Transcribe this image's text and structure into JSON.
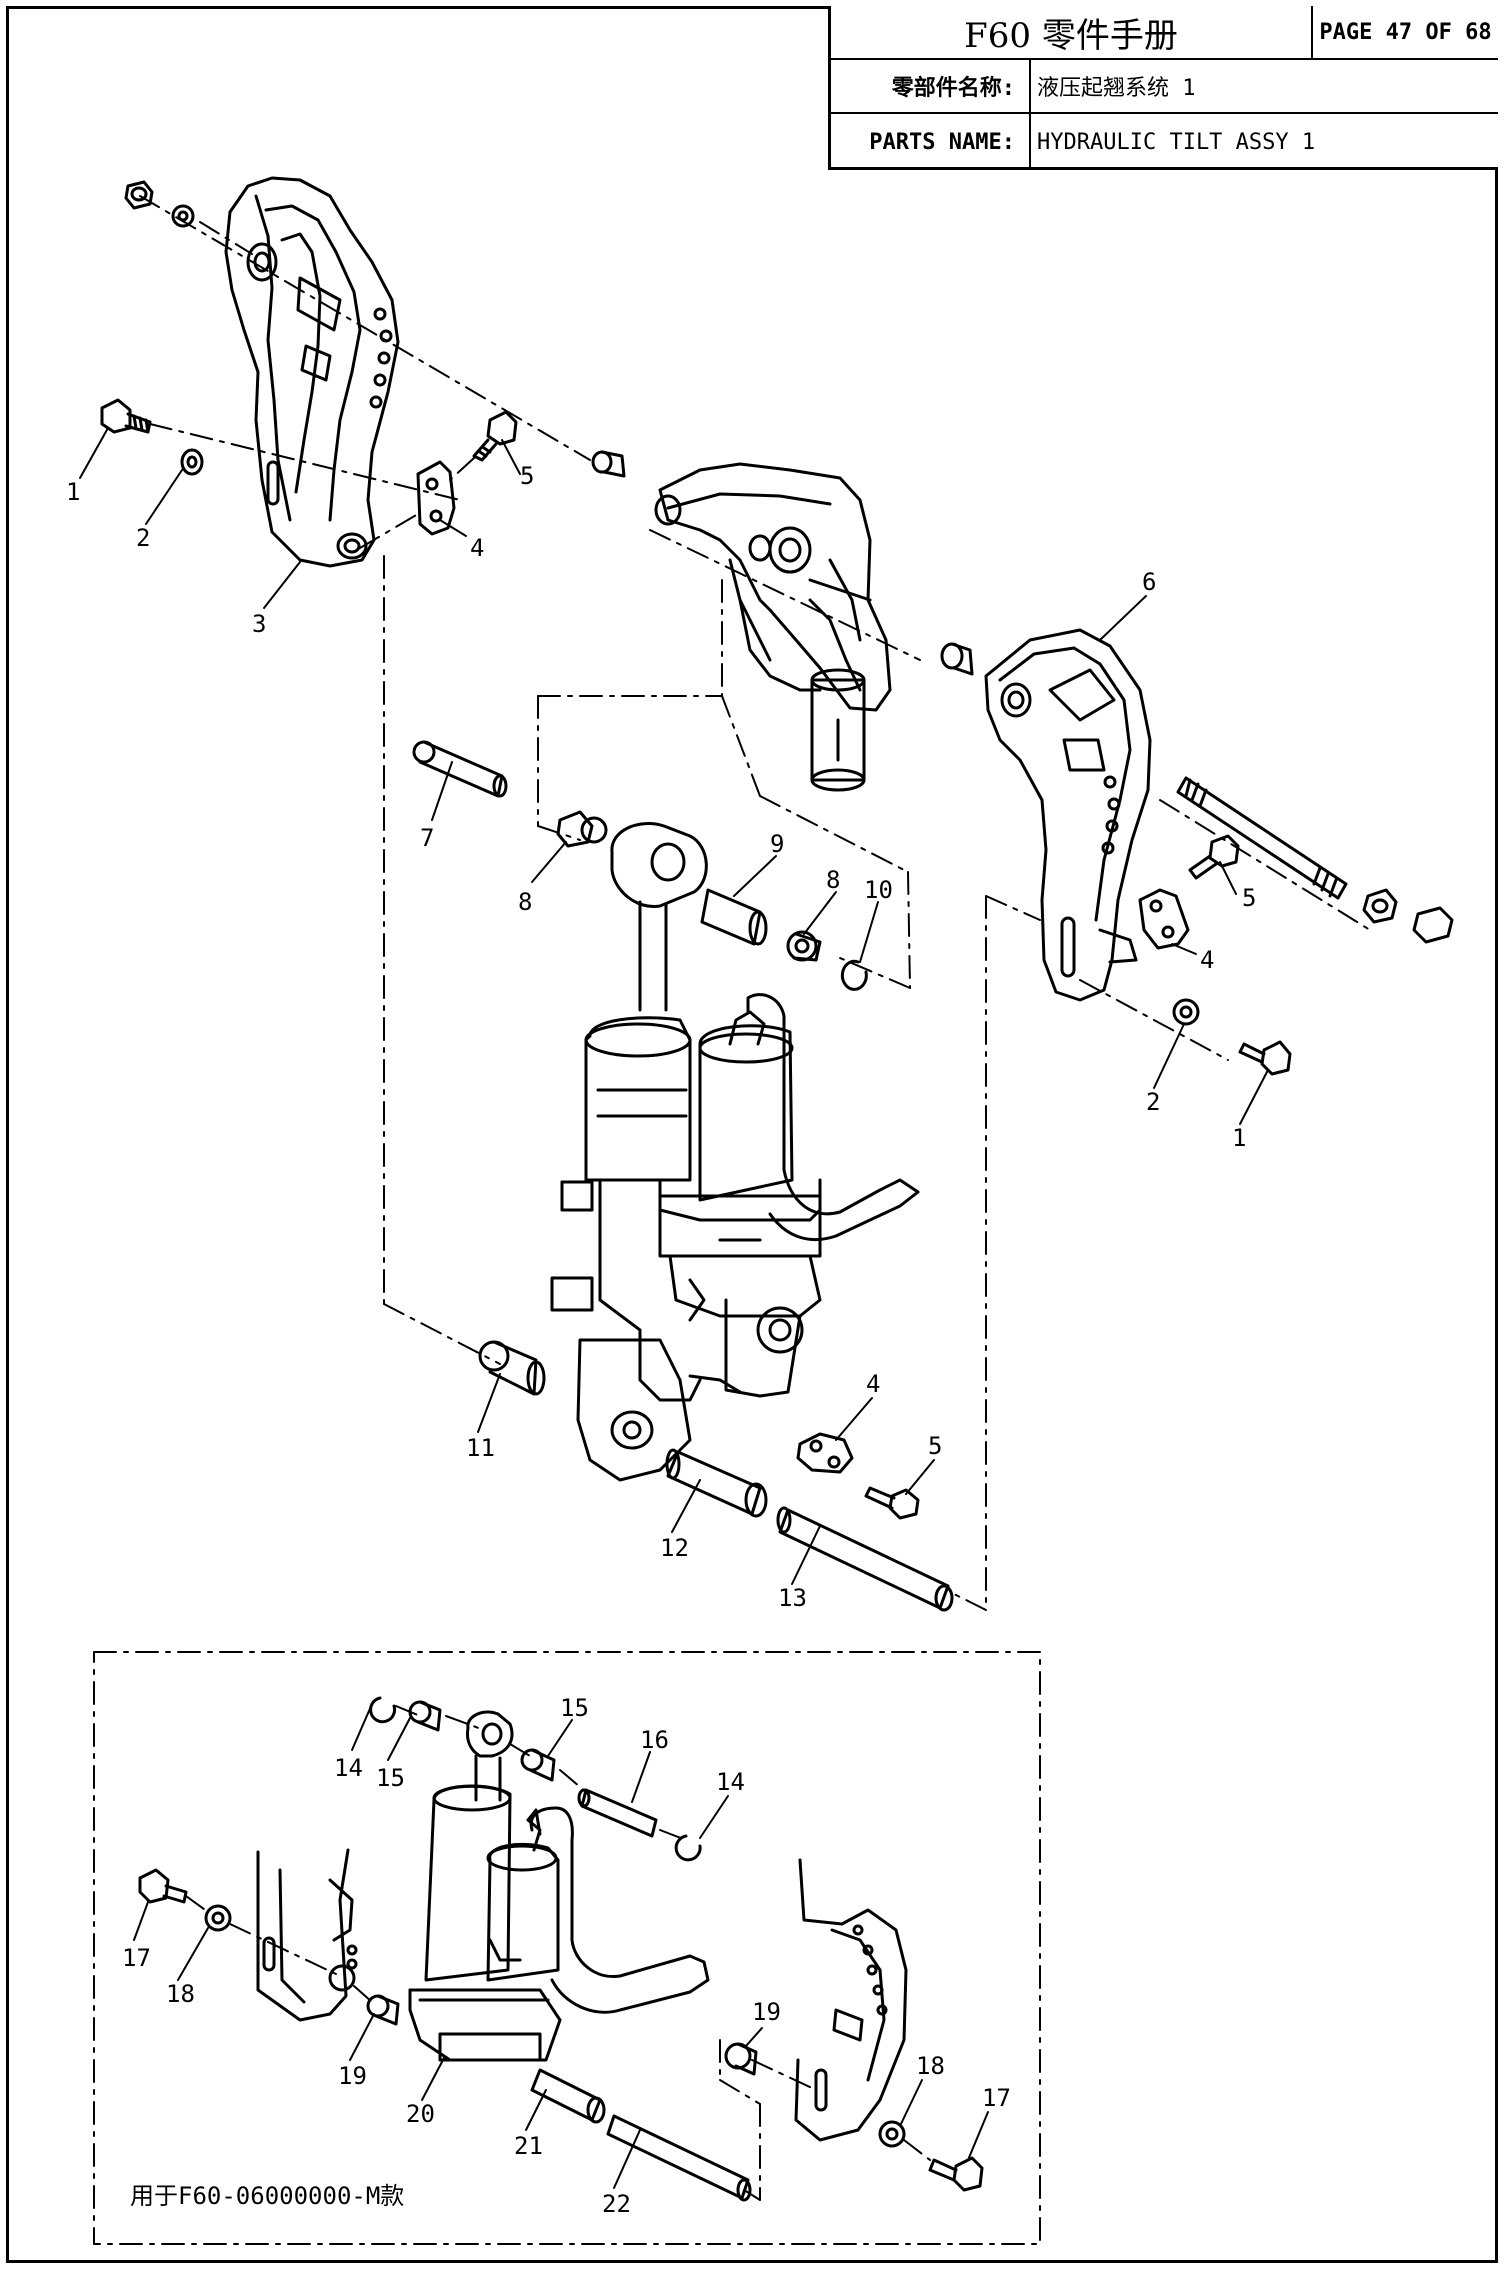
{
  "title_block": {
    "title": "F60 零件手册",
    "page": "PAGE 47 OF 68",
    "cn_label": "零部件名称:",
    "cn_value": "液压起翘系统 1",
    "en_label": "PARTS NAME:",
    "en_value": "HYDRAULIC TILT ASSY 1"
  },
  "callouts": {
    "c1a": "1",
    "c2a": "2",
    "c3": "3",
    "c4a": "4",
    "c5a": "5",
    "c6": "6",
    "c5b": "5",
    "c4b": "4",
    "c2b": "2",
    "c1b": "1",
    "c7": "7",
    "c8a": "8",
    "c9": "9",
    "c8b": "8",
    "c10": "10",
    "c11": "11",
    "c4c": "4",
    "c5c": "5",
    "c12": "12",
    "c13": "13",
    "c14a": "14",
    "c15a": "15",
    "c15b": "15",
    "c16": "16",
    "c14b": "14",
    "c17a": "17",
    "c18a": "18",
    "c19a": "19",
    "c20": "20",
    "c21": "21",
    "c22": "22",
    "c19b": "19",
    "c18b": "18",
    "c17b": "17"
  },
  "inset_note": "用于F60-06000000-M款"
}
